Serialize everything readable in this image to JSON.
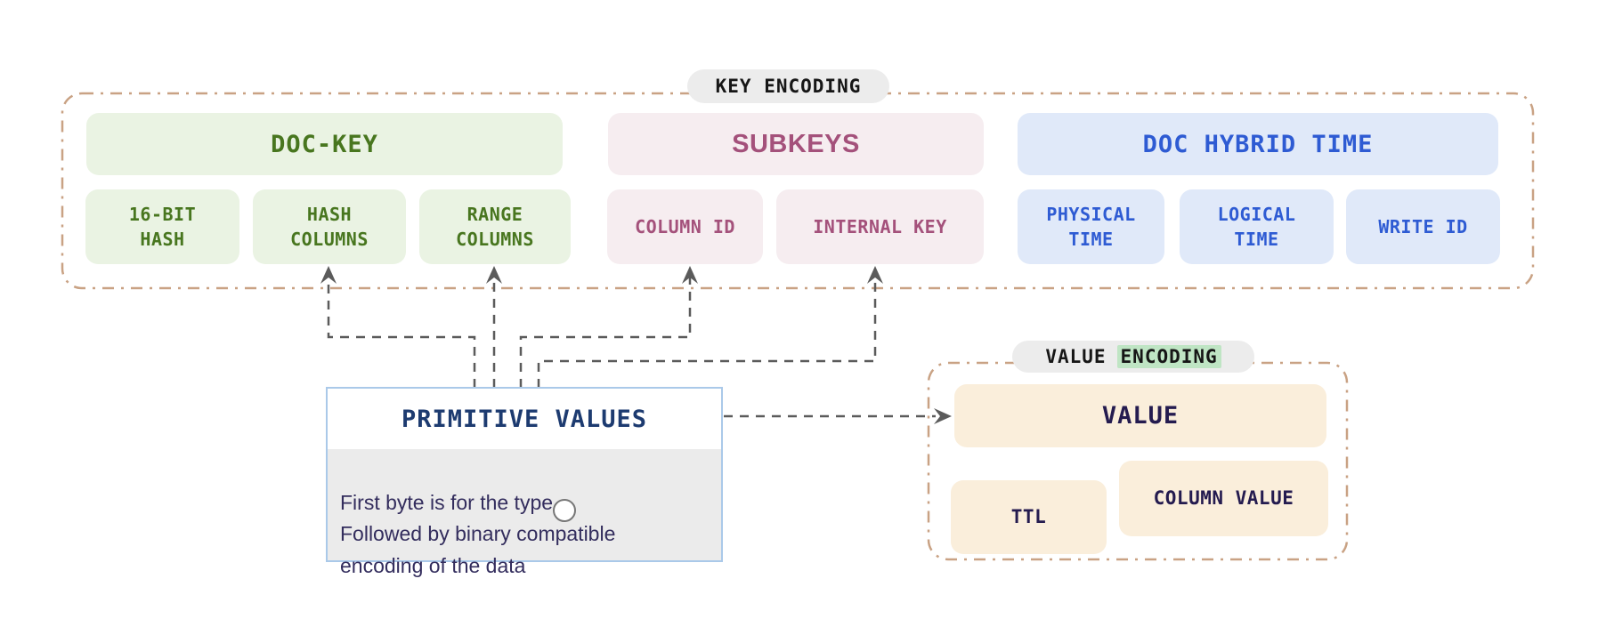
{
  "diagram": {
    "key_encoding": {
      "badge": "KEY ENCODING",
      "groups": [
        {
          "title": "DOC-KEY",
          "text_color": "#48761f",
          "bg_color": "#eaf3e3",
          "items": [
            "16-BIT\nHASH",
            "HASH\nCOLUMNS",
            "RANGE\nCOLUMNS"
          ]
        },
        {
          "title": "SUBKEYS",
          "text_color": "#a4517b",
          "bg_color": "#f6edf0",
          "items": [
            "COLUMN ID",
            "INTERNAL KEY"
          ]
        },
        {
          "title": "DOC HYBRID TIME",
          "text_color": "#2e5bd3",
          "bg_color": "#e0e9f9",
          "items": [
            "PHYSICAL\nTIME",
            "LOGICAL\nTIME",
            "WRITE ID"
          ]
        }
      ]
    },
    "primitive_values": {
      "title": "PRIMITIVE VALUES",
      "description": "First byte is for the type.\nFollowed by binary compatible\nencoding of the data"
    },
    "value_encoding": {
      "badge_word": "VALUE",
      "badge_word_highlighted": "ENCODING",
      "highlight_color": "#bfe5c4",
      "title": "VALUE",
      "items": [
        "TTL",
        "COLUMN VALUE"
      ],
      "bg_color": "#faeedb",
      "text_color": "#241b4f"
    },
    "connections": [
      "PRIMITIVE VALUES -> HASH COLUMNS",
      "PRIMITIVE VALUES -> RANGE COLUMNS",
      "PRIMITIVE VALUES -> COLUMN ID",
      "PRIMITIVE VALUES -> INTERNAL KEY",
      "PRIMITIVE VALUES -> VALUE"
    ],
    "colors": {
      "dashed_container_border": "#c9a284",
      "connector_gray": "#5b5b5b",
      "badge_bg": "#ececec",
      "primitive_card_border": "#aac9e9",
      "primitive_body_bg": "#ebebeb",
      "primitive_title_text": "#1d3b70",
      "primitive_body_text": "#332d5d"
    }
  }
}
